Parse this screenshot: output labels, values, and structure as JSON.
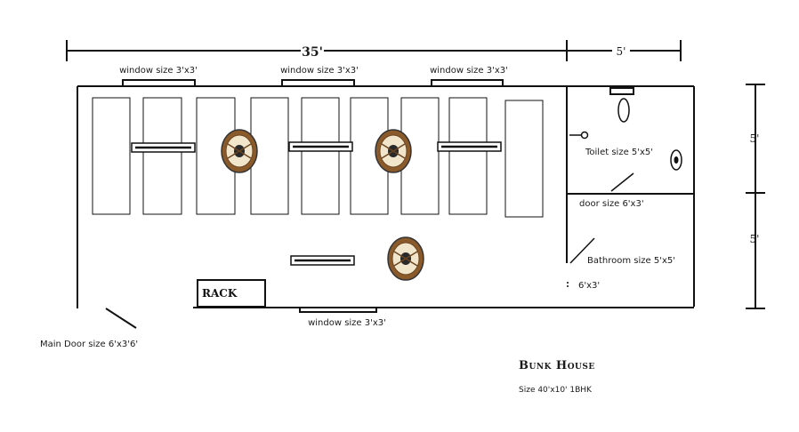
{
  "dimensions": {
    "length_main": "35'",
    "length_bath": "5'",
    "height_toilet": "5'",
    "height_bath": "5'"
  },
  "windows": {
    "top_1": "window size 3'x3'",
    "top_2": "window size 3'x3'",
    "top_3": "window size 3'x3'",
    "bottom": "window size 3'x3'"
  },
  "rooms": {
    "toilet": "Toilet size 5'x5'",
    "door": "door size 6'x3'",
    "bathroom": "Bathroom size 5'x5'",
    "bath_door": "6'x3'"
  },
  "rack_label": "RACK",
  "main_door": "Main Door size 6'x3'6'",
  "title": "Bunk House",
  "subtitle": "Size 40'x10' 1BHK"
}
